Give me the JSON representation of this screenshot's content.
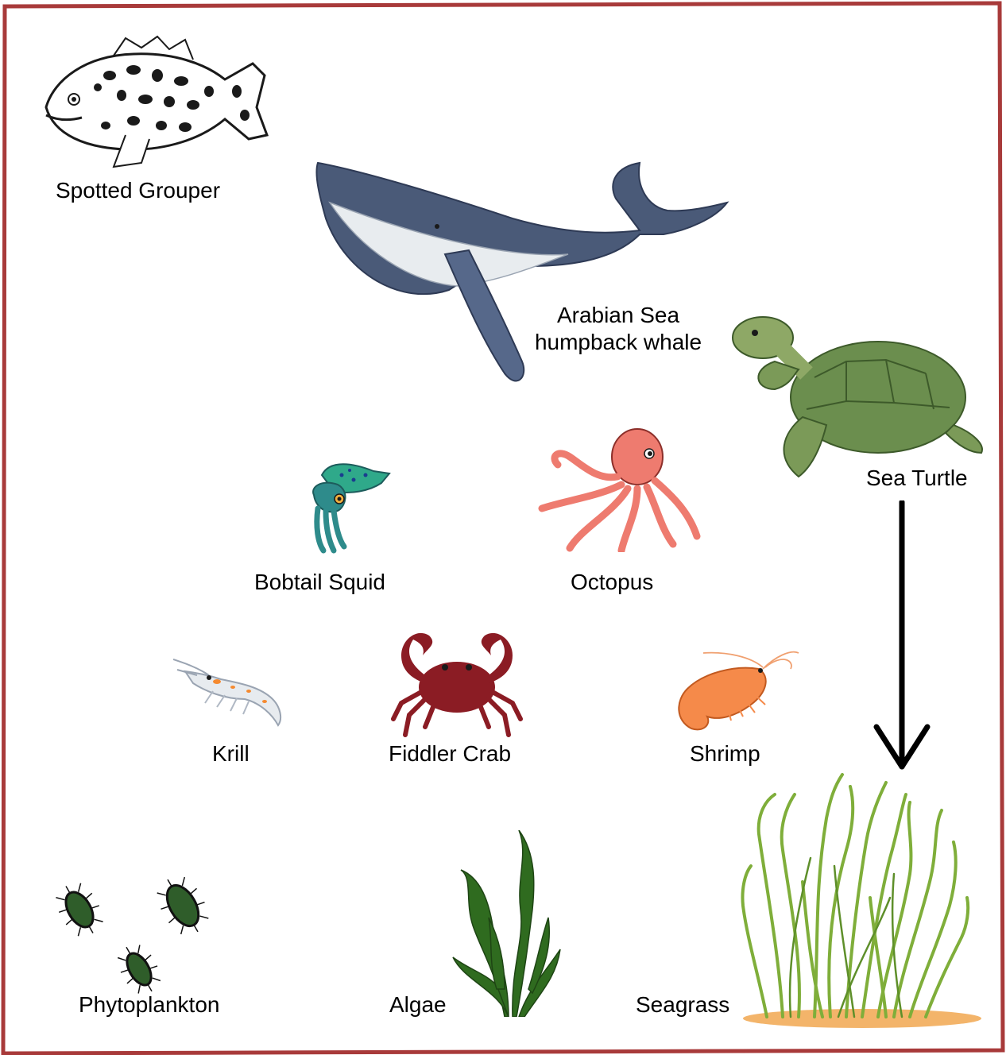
{
  "colors": {
    "frame": "#a83a3a",
    "arrow": "#000000",
    "grouper_spot": "#1a1a1a",
    "whale_back": "#4a5a78",
    "whale_belly": "#e8ecef",
    "turtle_shell": "#6b8e4e",
    "squid": "#2e8b8b",
    "octopus": "#ee7b6f",
    "krill": "#d8dde3",
    "crab": "#8b1c24",
    "shrimp": "#f58a4a",
    "phyto": "#2f5d2a",
    "algae": "#2f6b1f",
    "seagrass": "#7fae3a",
    "sand": "#f3b46a"
  },
  "organisms": [
    {
      "id": "grouper",
      "label": "Spotted Grouper",
      "icon": "spotted-grouper-icon"
    },
    {
      "id": "whale",
      "label_lines": [
        "Arabian Sea",
        "humpback whale"
      ],
      "icon": "humpback-whale-icon"
    },
    {
      "id": "turtle",
      "label": "Sea Turtle",
      "icon": "sea-turtle-icon"
    },
    {
      "id": "squid",
      "label": "Bobtail Squid",
      "icon": "bobtail-squid-icon"
    },
    {
      "id": "octopus",
      "label": "Octopus",
      "icon": "octopus-icon"
    },
    {
      "id": "krill",
      "label": "Krill",
      "icon": "krill-icon"
    },
    {
      "id": "crab",
      "label": "Fiddler Crab",
      "icon": "fiddler-crab-icon"
    },
    {
      "id": "shrimp",
      "label": "Shrimp",
      "icon": "shrimp-icon"
    },
    {
      "id": "phyto",
      "label": "Phytoplankton",
      "icon": "phytoplankton-icon"
    },
    {
      "id": "algae",
      "label": "Algae",
      "icon": "algae-icon"
    },
    {
      "id": "seagrass",
      "label": "Seagrass",
      "icon": "seagrass-icon"
    }
  ],
  "arrows": [
    {
      "from": "turtle",
      "to": "seagrass",
      "icon": "down-arrow-icon"
    }
  ]
}
